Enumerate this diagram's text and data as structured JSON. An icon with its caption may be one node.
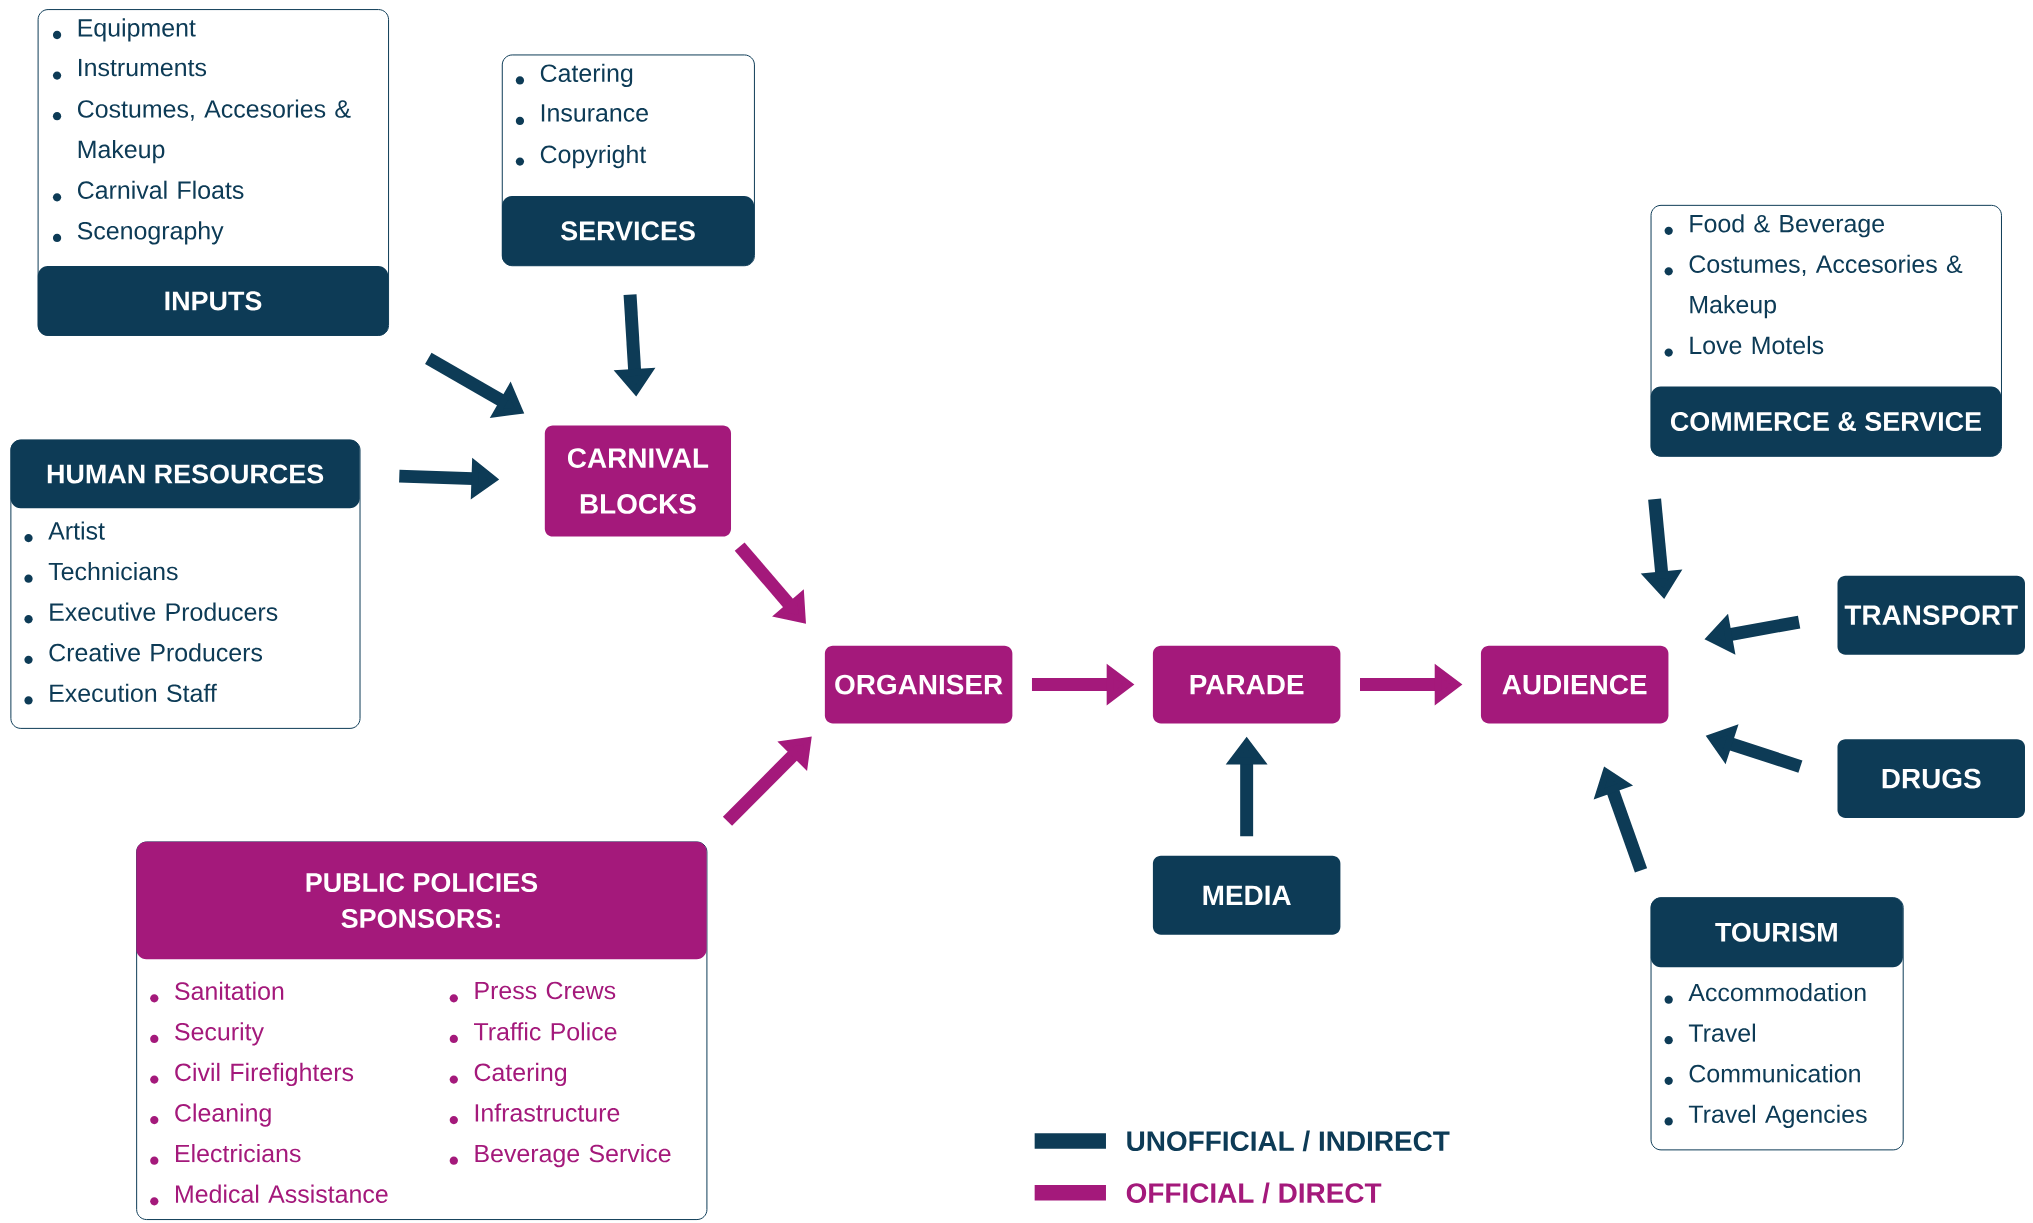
{
  "diagram": {
    "nodes": [
      {
        "text": [
          "Equipment",
          "Instruments",
          "Costumes, Accesories & Makeup",
          "Carnival Floats",
          "Scenography",
          "INPUTS"
        ]
      },
      {
        "text": [
          "Catering",
          "Insurance",
          "Copyright",
          "SERVICES"
        ]
      },
      {
        "text": [
          "HUMAN RESOURCES",
          "Artist",
          "Technicians",
          "Executive Producers",
          "Creative Producers",
          "Execution Staff"
        ]
      },
      {
        "text": [
          "CARNIVAL BLOCKS"
        ]
      },
      {
        "text": [
          "ORGANISER"
        ]
      },
      {
        "text": [
          "PARADE"
        ]
      },
      {
        "text": [
          "AUDIENCE"
        ]
      },
      {
        "text": [
          "Food & Beverage",
          "Costumes, Accesories & Makeup",
          "Love Motels",
          "COMMERCE & SERVICE"
        ]
      },
      {
        "text": [
          "TRANSPORT"
        ]
      },
      {
        "text": [
          "DRUGS"
        ]
      },
      {
        "text": [
          "MEDIA"
        ]
      },
      {
        "text": [
          "TOURISM",
          "Accommodation",
          "Travel",
          "Communication",
          "Travel Agencies"
        ]
      },
      {
        "text": [
          "PUBLIC POLICIES",
          "SPONSORS:",
          "Sanitation",
          "Security",
          "Civil Firefighters",
          "Cleaning",
          "Electricians",
          "Medical Assistance",
          "Press Crews",
          "Traffic Police",
          "Catering",
          "Infrastructure",
          "Beverage Service"
        ]
      }
    ],
    "edges": [
      {
        "from": 0,
        "to": 3,
        "arrow": "to"
      },
      {
        "from": 1,
        "to": 3,
        "arrow": "to"
      },
      {
        "from": 2,
        "to": 3,
        "arrow": "to"
      },
      {
        "from": 3,
        "to": 4,
        "arrow": "to",
        "color": "#a4197b"
      },
      {
        "from": 12,
        "to": 4,
        "arrow": "to",
        "color": "#a4197b"
      },
      {
        "from": 4,
        "to": 5,
        "arrow": "to",
        "color": "#a4197b"
      },
      {
        "from": 5,
        "to": 6,
        "arrow": "to",
        "color": "#a4197b"
      },
      {
        "from": 10,
        "to": 5,
        "arrow": "to"
      },
      {
        "from": 7,
        "to": 6,
        "arrow": "to"
      },
      {
        "from": 8,
        "to": 6,
        "arrow": "to"
      },
      {
        "from": 9,
        "to": 6,
        "arrow": "to"
      },
      {
        "from": 11,
        "to": 6,
        "arrow": "to"
      }
    ],
    "legend": [
      {
        "text": "UNOFFICIAL / INDIRECT",
        "color": "#0d3b56"
      },
      {
        "text": "OFFICIAL / DIRECT",
        "color": "#a4197b"
      }
    ]
  }
}
